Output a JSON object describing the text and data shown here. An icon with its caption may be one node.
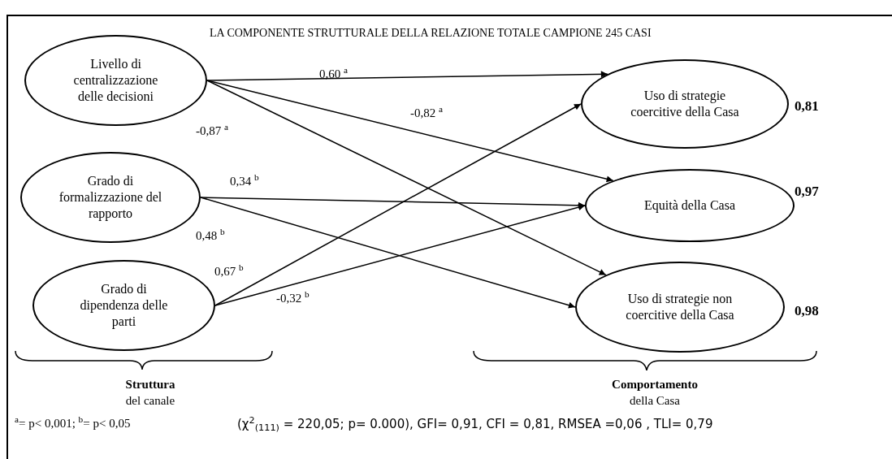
{
  "diagram": {
    "title": "LA COMPONENTE STRUTTURALE DELLA RELAZIONE TOTALE CAMPIONE 245 CASI",
    "nodes": [
      {
        "text": [
          "Livello di centralizzazione delle decisioni"
        ]
      },
      {
        "text": [
          "Grado di formalizzazione del rapporto"
        ]
      },
      {
        "text": [
          "Grado di dipendenza delle parti"
        ]
      },
      {
        "text": [
          "Uso di strategie coercitive della Casa"
        ],
        "beside": [
          "0,81"
        ]
      },
      {
        "text": [
          "Equità della Casa"
        ],
        "beside": [
          "0,97"
        ]
      },
      {
        "text": [
          "Uso di strategie non coercitive della Casa"
        ],
        "beside": [
          "0,98"
        ]
      }
    ],
    "edges": [
      {
        "from": 0,
        "to": 3,
        "arrow": "to",
        "label": "0,60 $^{a}$"
      },
      {
        "from": 0,
        "to": 4,
        "arrow": "to",
        "label": "-0,82 $^{a}$"
      },
      {
        "from": 0,
        "to": 5,
        "arrow": "to",
        "label": "-0,87 $^{a}$"
      },
      {
        "from": 1,
        "to": 4,
        "arrow": "to",
        "label": "0,34 $^{b}$"
      },
      {
        "from": 1,
        "to": 5,
        "arrow": "to",
        "label": "0,48 $^{b}$"
      },
      {
        "from": 2,
        "to": 3,
        "arrow": "to",
        "label": "0,67 $^{b}$"
      },
      {
        "from": 2,
        "to": 4,
        "arrow": "to",
        "label": "-0,32 $^{b}$"
      }
    ],
    "labels": [
      "Struttura",
      "del canale",
      "Comportamento",
      "della Casa",
      "$^{a}$= p< 0,001; $^{b}$=  p< 0,05",
      "(χ$^{2}$$_{(111)}$ = 220,05; p= 0.000), GFI= 0,91,  CFI = 0,81, RMSEA =0,06 , TLI= 0,79"
    ]
  }
}
